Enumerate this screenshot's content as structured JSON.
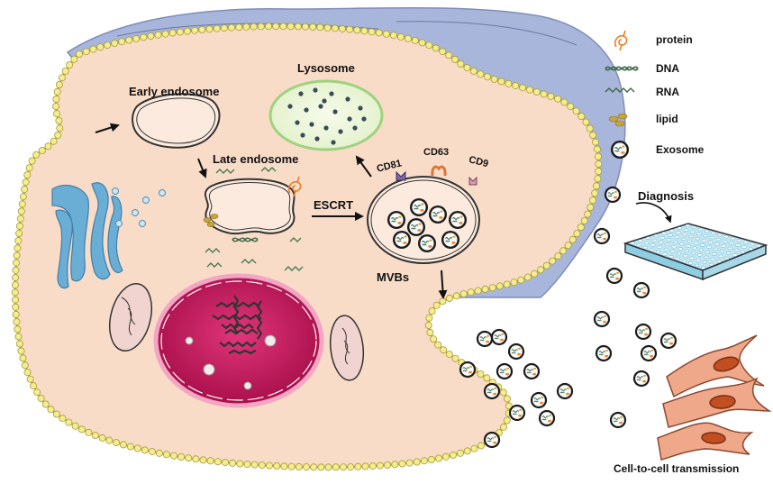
{
  "labels": {
    "early_endosome": "Early endosome",
    "late_endosome": "Late endosome",
    "lysosome": "Lysosome",
    "escrt": "ESCRT",
    "mvbs": "MVBs",
    "cd81": "CD81",
    "cd63": "CD63",
    "cd9": "CD9",
    "diagnosis": "Diagnosis",
    "cell_to_cell": "Cell-to-cell transmission"
  },
  "legend": [
    {
      "label": "protein",
      "icon": "protein-icon"
    },
    {
      "label": "DNA",
      "icon": "dna-icon"
    },
    {
      "label": "RNA",
      "icon": "rna-icon"
    },
    {
      "label": "lipid",
      "icon": "lipid-icon"
    },
    {
      "label": "Exosome",
      "icon": "exosome-icon"
    }
  ],
  "colors": {
    "cytoplasm": "#f9dcc8",
    "membrane_bead": "#f5ec8c",
    "membrane_bead_stroke": "#a59a3a",
    "outer_shell": "#a9b6dc",
    "nucleus": "#c8145a",
    "lysosome_border": "#9fd27f",
    "golgi": "#6aaed6",
    "mitochondria": "#f1d4d0",
    "plate": "#bfe6f2",
    "fibroblast": "#f0a88a"
  }
}
